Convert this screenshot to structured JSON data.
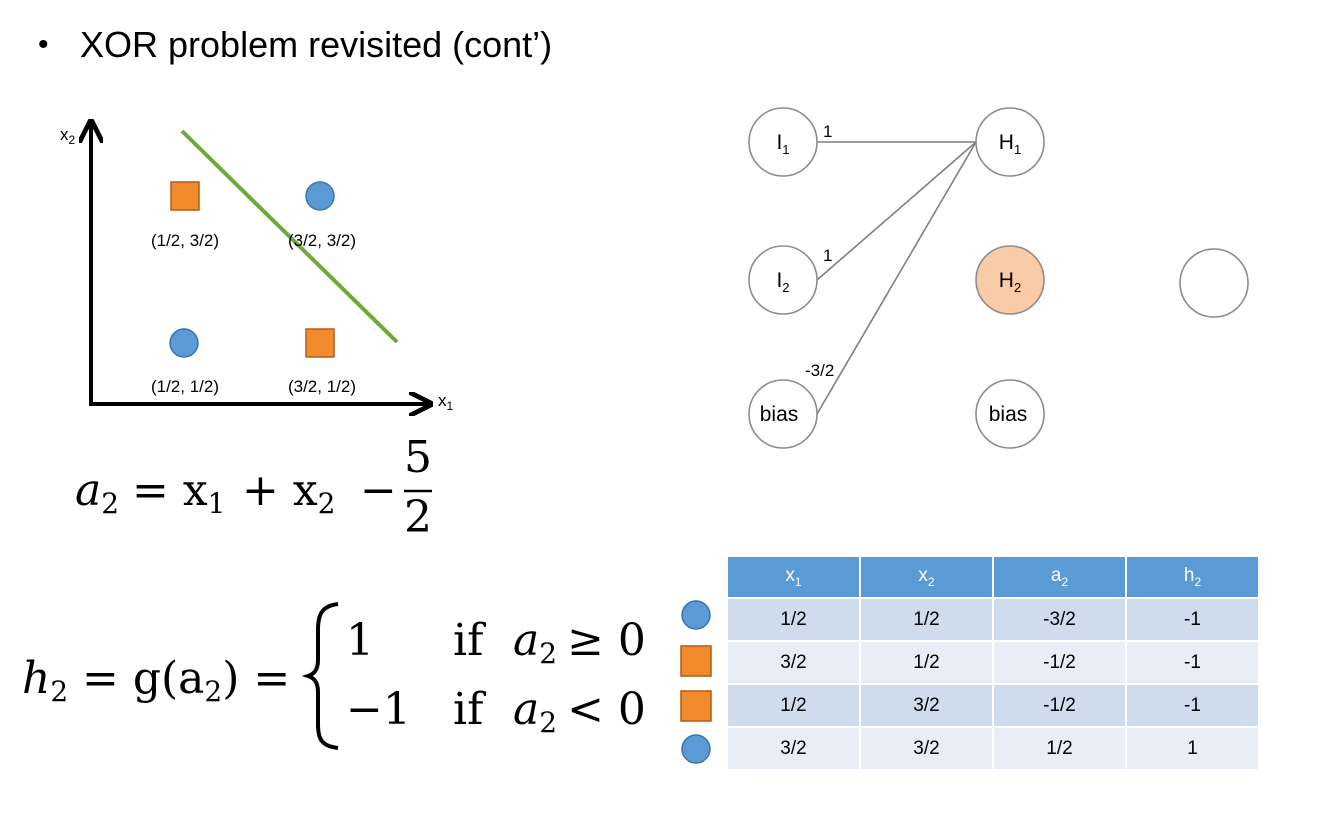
{
  "slide": {
    "bullet_text": "XOR problem revisited (cont’)"
  },
  "plot": {
    "x_axis_label": "x",
    "x_axis_sub": "1",
    "y_axis_label": "x",
    "y_axis_sub": "2",
    "points": [
      {
        "label": "(1/2, 3/2)",
        "shape": "square",
        "color": "#f28a2e"
      },
      {
        "label": "(3/2, 3/2)",
        "shape": "circle",
        "color": "#5b9bd5"
      },
      {
        "label": "(1/2, 1/2)",
        "shape": "circle",
        "color": "#5b9bd5"
      },
      {
        "label": "(3/2, 1/2)",
        "shape": "square",
        "color": "#f28a2e"
      }
    ],
    "line_color": "#70a83c"
  },
  "network": {
    "nodes": {
      "i1": "I",
      "i1_sub": "1",
      "i2": "I",
      "i2_sub": "2",
      "bias_in": "bias",
      "h1": "H",
      "h1_sub": "1",
      "h2": "H",
      "h2_sub": "2",
      "bias_hidden": "bias"
    },
    "weights": {
      "i1_h1": "1",
      "i2_h1": "1",
      "bias_h1": "-3/2"
    },
    "highlight_color": "#f9cba7"
  },
  "formulas": {
    "a2_lhs": "a",
    "a2_lhs_sub": "2",
    "a2_rhs": "= x",
    "a2_x1_sub": "1",
    "a2_plus": "+ x",
    "a2_x2_sub": "2",
    "a2_minus": "−",
    "a2_num": "5",
    "a2_den": "2",
    "h2_lhs": "h",
    "h2_lhs_sub": "2",
    "h2_mid": "= g(a",
    "h2_mid_sub": "2",
    "h2_mid_end": ") =",
    "case1_val": "1",
    "case1_if": "if",
    "case1_cond": "a",
    "case1_cond_sub": "2",
    "case1_rel": "≥ 0",
    "case2_val": "−1",
    "case2_if": "if",
    "case2_cond": "a",
    "case2_cond_sub": "2",
    "case2_rel": "< 0"
  },
  "table": {
    "headers": [
      {
        "main": "x",
        "sub": "1"
      },
      {
        "main": "x",
        "sub": "2"
      },
      {
        "main": "a",
        "sub": "2"
      },
      {
        "main": "h",
        "sub": "2"
      }
    ],
    "rows": [
      {
        "marker": "circle",
        "cells": [
          "1/2",
          "1/2",
          "-3/2",
          "-1"
        ]
      },
      {
        "marker": "square",
        "cells": [
          "3/2",
          "1/2",
          "-1/2",
          "-1"
        ]
      },
      {
        "marker": "square",
        "cells": [
          "1/2",
          "3/2",
          "-1/2",
          "-1"
        ]
      },
      {
        "marker": "circle",
        "cells": [
          "3/2",
          "3/2",
          "1/2",
          "1"
        ]
      }
    ],
    "header_color": "#5b9bd5",
    "circle_color": "#5b9bd5",
    "square_color": "#f28a2e"
  }
}
